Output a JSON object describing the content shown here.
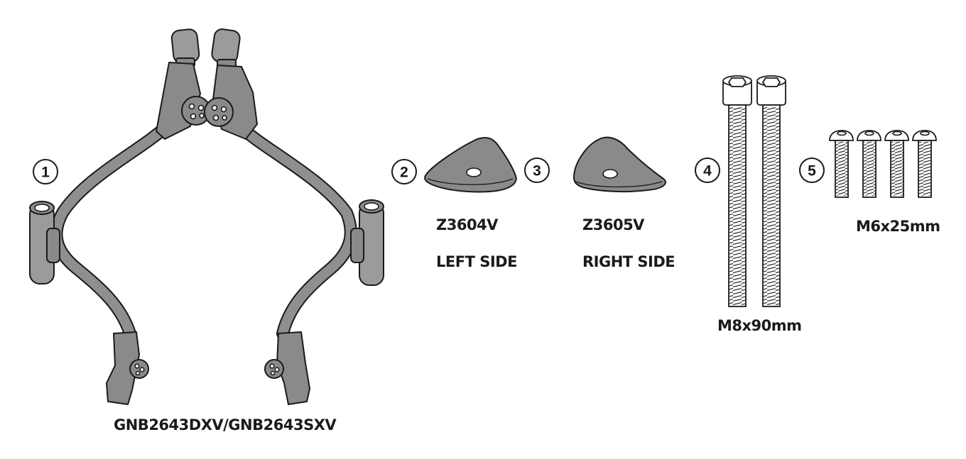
{
  "colors": {
    "part_fill": "#8a8a8a",
    "outline": "#1a1a1a",
    "background": "#ffffff"
  },
  "items": [
    {
      "number": "1",
      "code": "GNB2643DXV/GNB2643SXV"
    },
    {
      "number": "2",
      "code": "Z3604V",
      "side": "LEFT SIDE"
    },
    {
      "number": "3",
      "code": "Z3605V",
      "side": "RIGHT SIDE"
    },
    {
      "number": "4",
      "size": "M8x90mm"
    },
    {
      "number": "5",
      "size": "M6x25mm"
    }
  ]
}
